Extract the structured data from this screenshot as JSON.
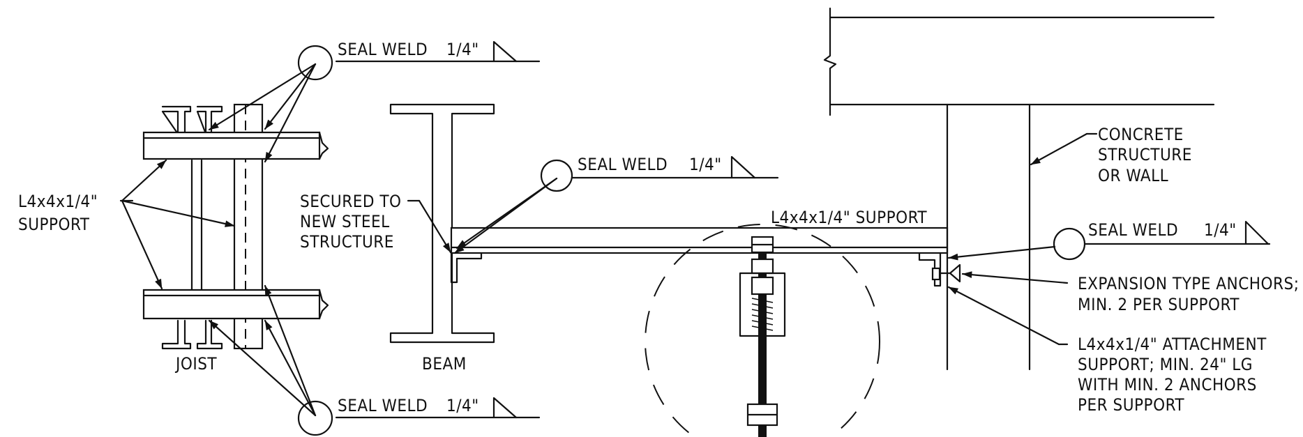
{
  "labels": {
    "seal_weld_top_left": "SEAL WELD",
    "seal_weld_top_left_size": "1/4\"",
    "seal_weld_bottom_left": "SEAL WELD",
    "seal_weld_bottom_left_size": "1/4\"",
    "seal_weld_mid": "SEAL WELD",
    "seal_weld_mid_size": "1/4\"",
    "seal_weld_right": "SEAL WELD",
    "seal_weld_right_size": "1/4\"",
    "support_left_line1": "L4x4x1/4\"",
    "support_left_line2": "SUPPORT",
    "joist": "JOIST",
    "beam": "BEAM",
    "secured_line1": "SECURED TO",
    "secured_line2": "NEW STEEL",
    "secured_line3": "STRUCTURE",
    "support_mid": "L4x4x1/4\" SUPPORT",
    "concrete_line1": "CONCRETE",
    "concrete_line2": "STRUCTURE",
    "concrete_line3": "OR WALL",
    "anchors_line1": "EXPANSION TYPE ANCHORS;",
    "anchors_line2": "MIN. 2 PER SUPPORT",
    "attach_line1": "L4x4x1/4\" ATTACHMENT",
    "attach_line2": "SUPPORT; MIN. 24\" LG",
    "attach_line3": "WITH MIN. 2 ANCHORS",
    "attach_line4": "PER SUPPORT"
  },
  "colors": {
    "ink": "#111111",
    "paper": "#ffffff"
  }
}
